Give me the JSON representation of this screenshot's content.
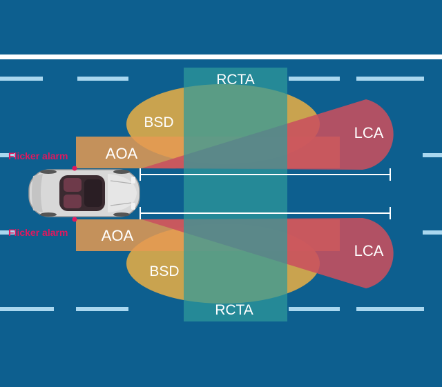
{
  "labels": {
    "rcta_top": "RCTA",
    "rcta_bottom": "RCTA",
    "bsd_top": "BSD",
    "bsd_bottom": "BSD",
    "aoa_top": "AOA",
    "aoa_bottom": "AOA",
    "lca_top": "LCA",
    "lca_bottom": "LCA",
    "flicker_top": "Flicker alarm",
    "flicker_bottom": "Flicker alarm"
  },
  "colors": {
    "road": "#0d5f8f",
    "lane_marking": "#a9d7ef",
    "road_edge": "#ffffff",
    "bsd": "#d9a94a",
    "aoa": "#e59a52",
    "lca": "#c8505f",
    "rcta": "#2f9a9a",
    "flicker_text": "#e0185e"
  },
  "icons": {
    "vehicle": "convertible-car-icon",
    "alarm": "flicker-alarm-dot-icon"
  }
}
